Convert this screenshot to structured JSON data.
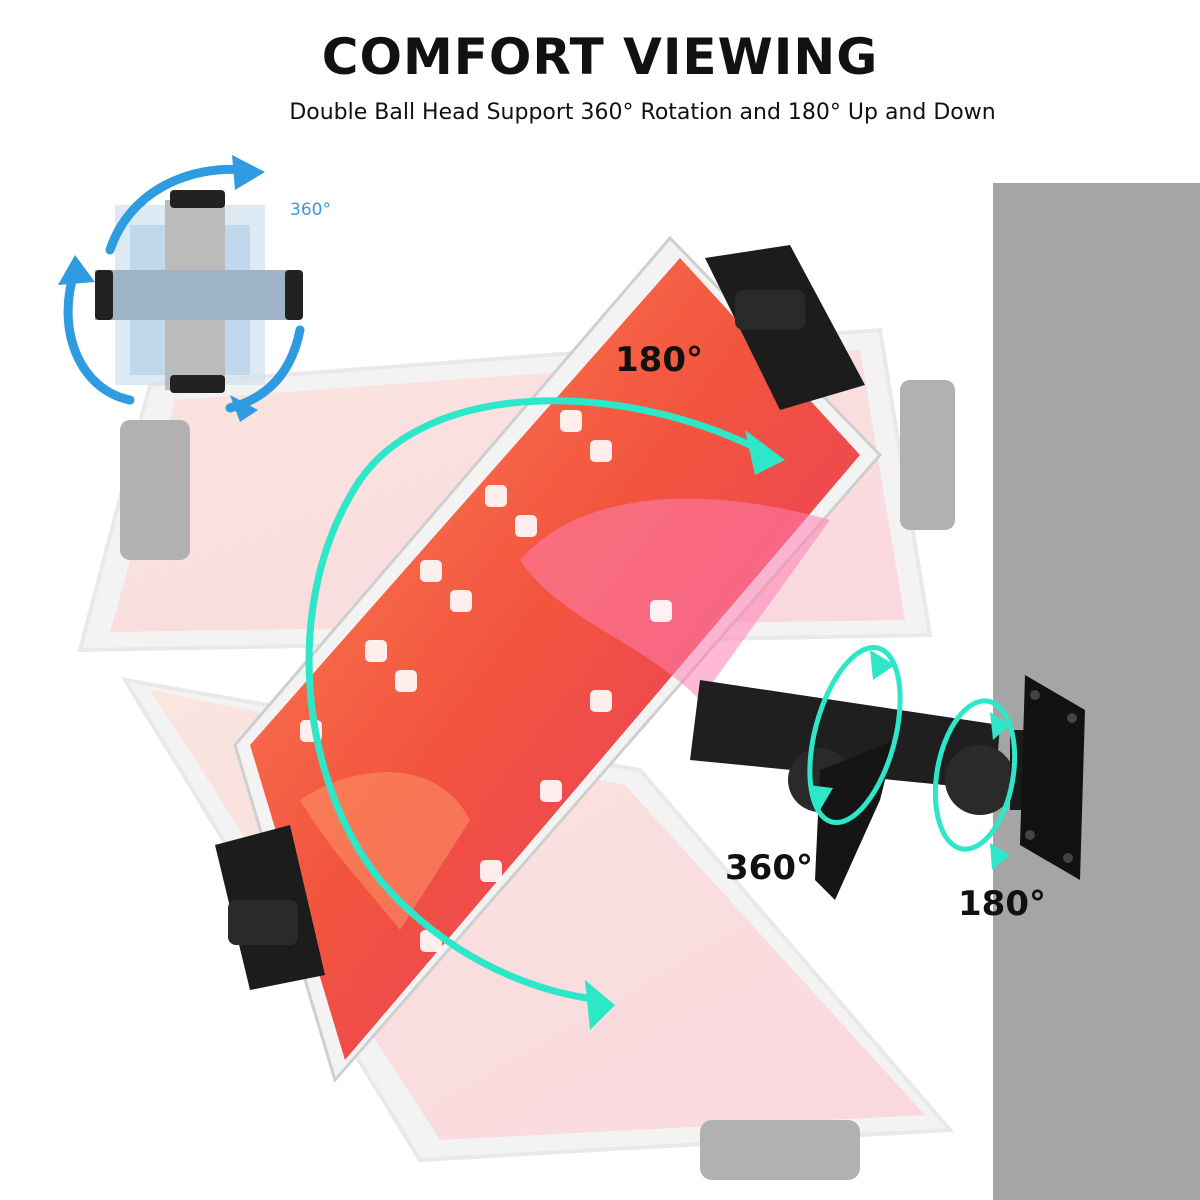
{
  "heading": {
    "title": "COMFORT VIEWING",
    "subtitle": "Double Ball Head Support 360°  Rotation and 180° Up and Down"
  },
  "labels": {
    "rotation_inset": "360°",
    "screen_tilt": "180°",
    "arm_rotation": "360°",
    "wall_tilt": "180°"
  },
  "colors": {
    "wall": "#a5a5a5",
    "arrow_teal": "#2ee6c8",
    "arrow_blue": "#2f9be0",
    "mount_black": "#1c1c1c",
    "screen_red": "#f2553e"
  },
  "icons": [
    "rotation-arrow-icon",
    "tilt-arrow-icon"
  ]
}
